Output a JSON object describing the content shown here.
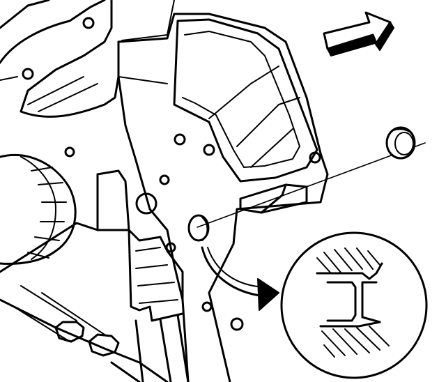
{
  "diagram": {
    "type": "technical-line-drawing",
    "subject": "seal-plug-installation",
    "components": [
      {
        "name": "engine-block",
        "icon": "engine-block-casting"
      },
      {
        "name": "front-cover-opening",
        "icon": "bore-hole"
      },
      {
        "name": "seal-plug",
        "icon": "cup-plug"
      },
      {
        "name": "installation-guide-line",
        "icon": "thin-leader-line"
      },
      {
        "name": "detail-callout-arrow",
        "icon": "curved-arrow"
      },
      {
        "name": "detail-magnified-view",
        "icon": "circle-detail"
      },
      {
        "name": "front-direction-arrow",
        "icon": "block-arrow"
      }
    ],
    "colors": {
      "line": "#000000",
      "background": "#ffffff"
    }
  }
}
